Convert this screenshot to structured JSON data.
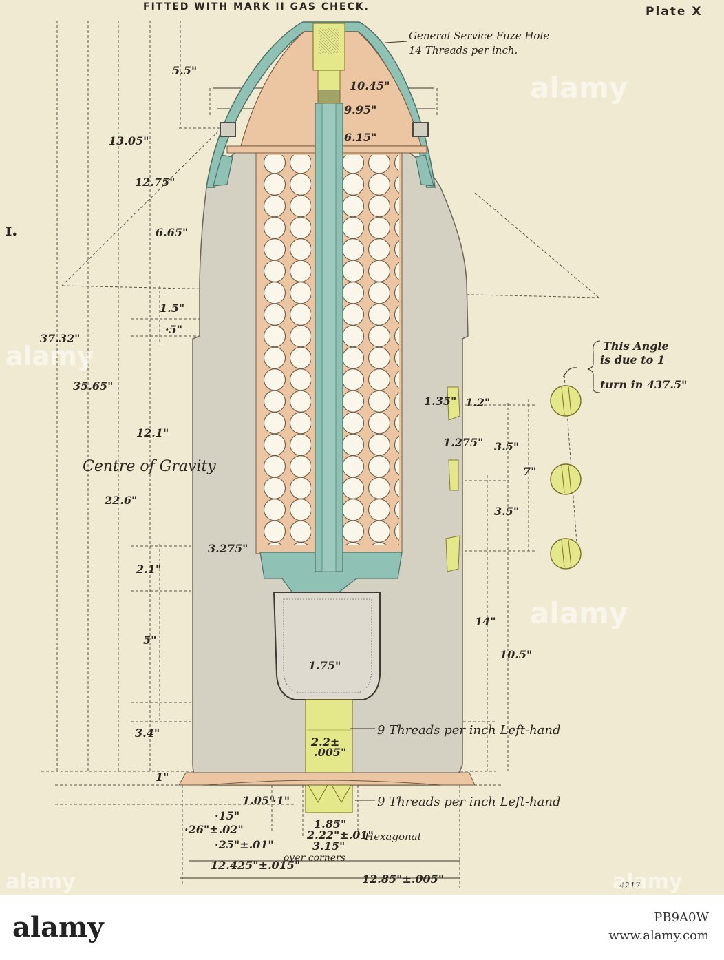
{
  "header": {
    "subtitle": "FITTED WITH MARK II GAS CHECK.",
    "plate": "Plate X"
  },
  "annotations": {
    "fuze_hole_1": "General Service Fuze Hole",
    "fuze_hole_2": "14 Threads per inch.",
    "centre_of_gravity": "Centre of Gravity",
    "angle_1": "This Angle",
    "angle_2": "is due to 1",
    "angle_3": "turn in 437.5\"",
    "threads_upper": "9 Threads per inch Left-hand",
    "threads_lower": "9 Threads per inch Left-hand",
    "hexagonal": "Hexagonal",
    "over_corners": "over corners",
    "plate_number": "4217"
  },
  "dims": {
    "d5_5": "5.5\"",
    "d10_45": "10.45\"",
    "d9_95": "9.95\"",
    "d6_15": "6.15\"",
    "d13_05": "13.05\"",
    "d12_75": "12.75\"",
    "d6_65": "6.65\"",
    "d1_5": "1.5\"",
    "d_5": "·5\"",
    "d37_32": "37.32\"",
    "d35_65": "35.65\"",
    "d12_1": "12.1\"",
    "d22_6": "22.6\"",
    "d3_275": "3.275\"",
    "d2_1": "2.1\"",
    "d5": "5\"",
    "d3_4": "3.4\"",
    "d1": "1\"",
    "d1_75": "1.75\"",
    "d2_2": "2.2±",
    "d_005": ".005\"",
    "d1_35": "1.35\"",
    "d1_2": "1.2\"",
    "d1_275": "1.275\"",
    "d3_5a": "3.5\"",
    "d7": "7\"",
    "d3_5b": "3.5\"",
    "d14": "14\"",
    "d10_5": "10.5\"",
    "d1_05": "1.05\"",
    "d_1": "·1\"",
    "d_15": "·15\"",
    "d_26": "·26\"±.02\"",
    "d_25": "·25\"±.01\"",
    "d1_85": "1.85\"",
    "d2_22": "2.22\"±.01\"",
    "d3_15": "3.15\"",
    "d12_425": "12.425\"±.015\"",
    "d12_85": "12.85\"±.005\""
  },
  "watermark": {
    "brand": "alamy",
    "image_id": "PB9A0W",
    "url": "www.alamy.com"
  },
  "colors": {
    "paper": "#f1ead2",
    "shell_grey": "#d5d1c2",
    "wood": "#ecc6a2",
    "teal": "#8fc2b5",
    "brass": "#e4e88a",
    "ink": "#2b2620"
  }
}
